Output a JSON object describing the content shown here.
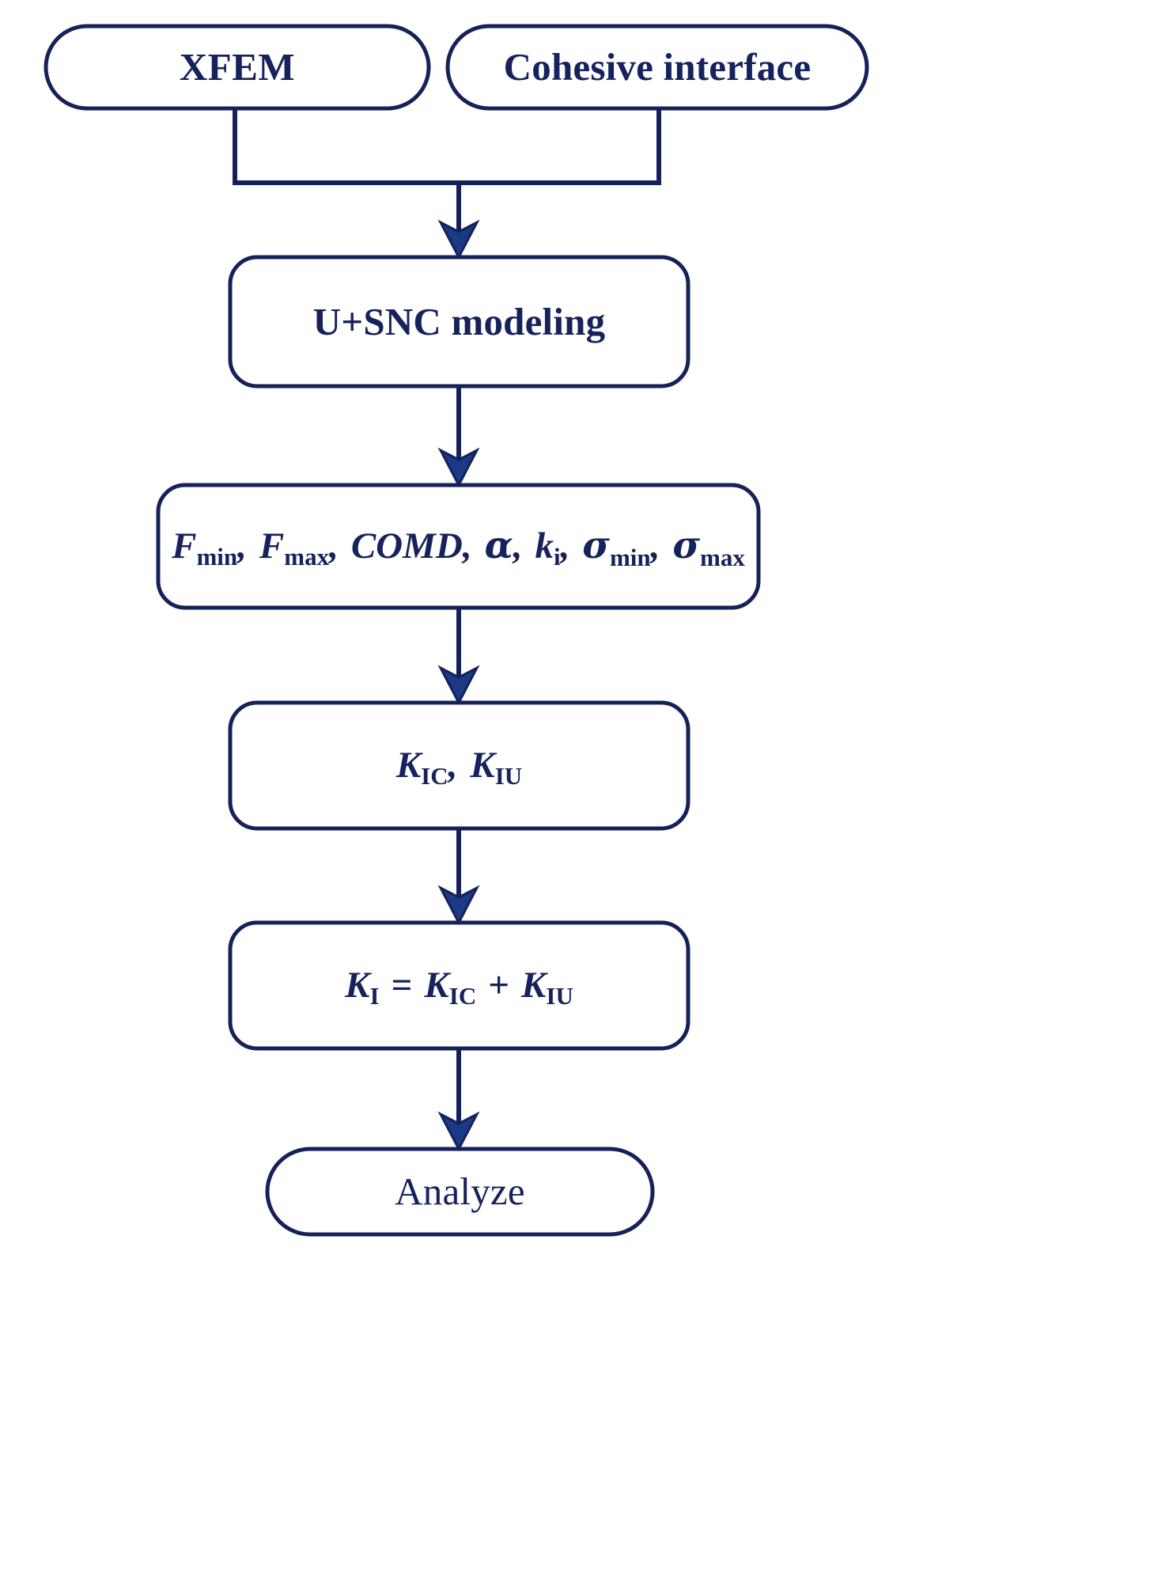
{
  "diagram": {
    "title": "XFEM and cohesive interface modeling workflow",
    "type": "flowchart",
    "orientation": "top-to-bottom",
    "colors": {
      "stroke": "#152159",
      "text": "#16225c",
      "fill": "#ffffff",
      "arrowhead": "#1b3a86",
      "background": "#ffffff"
    },
    "nodes": [
      {
        "id": "xfem",
        "shape": "stadium",
        "label": "XFEM"
      },
      {
        "id": "cohesive",
        "shape": "stadium",
        "label": "Cohesive interface"
      },
      {
        "id": "usnc",
        "shape": "rounded-rect",
        "label": "U+SNC modeling"
      },
      {
        "id": "params",
        "shape": "rounded-rect",
        "label": "F_min, F_max, COMD, α, k_i, σ_min, σ_max",
        "parts": {
          "f": "F",
          "min": "min",
          "max": "max",
          "comd": "COMD",
          "alpha": "α",
          "k": "k",
          "i": "i",
          "sigma": "σ",
          "comma": ","
        }
      },
      {
        "id": "toughness",
        "shape": "rounded-rect",
        "label": "K_IC, K_IU",
        "parts": {
          "k": "K",
          "ic": "IC",
          "iu": "IU",
          "comma": ","
        }
      },
      {
        "id": "formula",
        "shape": "rounded-rect",
        "label": "K_I = K_IC + K_IU",
        "parts": {
          "k": "K",
          "i": "I",
          "ic": "IC",
          "iu": "IU",
          "equals": "=",
          "plus": "+"
        }
      },
      {
        "id": "analyze",
        "shape": "stadium",
        "label": "Analyze"
      }
    ],
    "edges": [
      {
        "from": "xfem",
        "to": "usnc",
        "style": "elbow-merge"
      },
      {
        "from": "cohesive",
        "to": "usnc",
        "style": "elbow-merge"
      },
      {
        "from": "usnc",
        "to": "params",
        "style": "straight"
      },
      {
        "from": "params",
        "to": "toughness",
        "style": "straight"
      },
      {
        "from": "toughness",
        "to": "formula",
        "style": "straight"
      },
      {
        "from": "formula",
        "to": "analyze",
        "style": "straight"
      }
    ]
  }
}
